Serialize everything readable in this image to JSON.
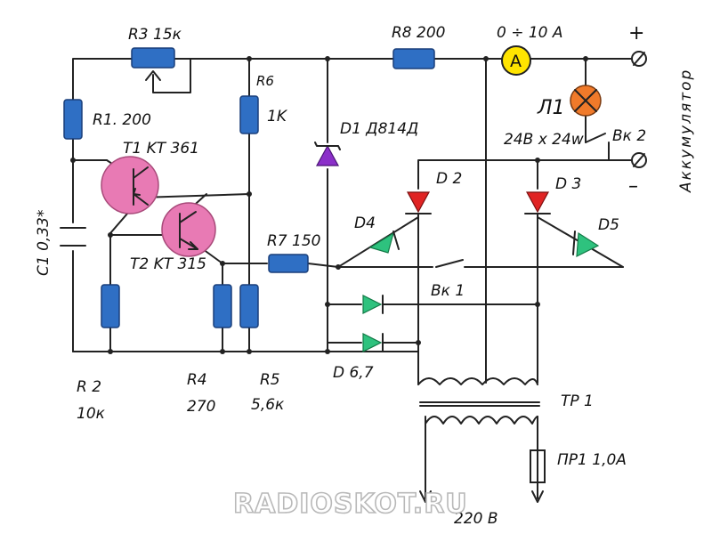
{
  "labels": {
    "r3": "R3  15к",
    "r8": "R8 200",
    "ammeter_range": "0 ÷ 10 A",
    "plus": "+",
    "minus": "–",
    "battery": "Аккумулятор",
    "r1": "R1. 200",
    "r6_name": "R6",
    "r6_value": "1K",
    "d1": "D1 Д814Д",
    "lamp_name": "Л1",
    "lamp_value": "24В х 24w",
    "vk2": "Вк 2",
    "t1": "T1 KT 361",
    "d2": "D 2",
    "d3": "D 3",
    "c1": "C1  0,33*",
    "d4": "D4",
    "d5": "D5",
    "r7": "R7 150",
    "t2": "T2 KT 315",
    "vk1": "Вк 1",
    "r2_name": "R 2",
    "r2_value": "10к",
    "r4_name": "R4",
    "r4_value": "270",
    "r5_name": "R5",
    "r5_value": "5,6к",
    "d67": "D 6,7",
    "tr1": "TP 1",
    "pr1": "ПР1  1,0A",
    "mains": "220 В",
    "ammeter_symbol": "A",
    "watermark": "RADIOSKOT.RU"
  },
  "colors": {
    "resistor": "#2f6fc4",
    "transistor": "#e87ab4",
    "zener": "#8b2fc9",
    "diode_green": "#2ec27e",
    "diode_red": "#e02424",
    "ammeter": "#ffe400",
    "lamp": "#f07a2a"
  }
}
